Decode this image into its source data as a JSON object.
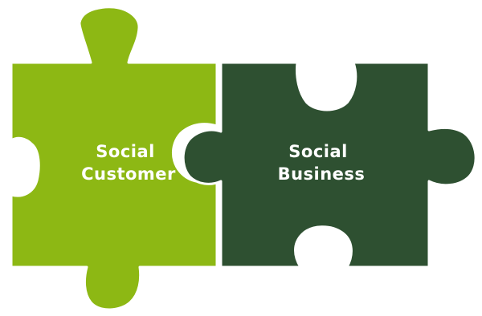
{
  "pieces": [
    {
      "id": "social-customer",
      "color": "#8db814",
      "label_lines": [
        "Social",
        "Customer"
      ]
    },
    {
      "id": "social-business",
      "color": "#2e5031",
      "label_lines": [
        "Social",
        "Business"
      ]
    }
  ],
  "colors": {
    "background": "#ffffff",
    "seam": "#ffffff",
    "label_text": "#ffffff"
  }
}
